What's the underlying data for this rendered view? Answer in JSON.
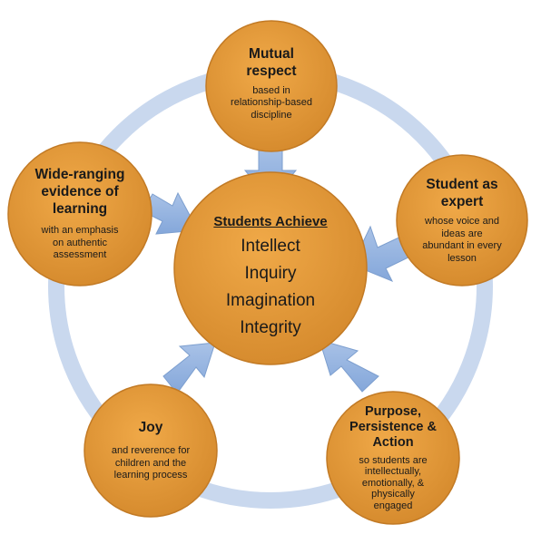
{
  "center": {
    "heading": "Students Achieve",
    "items": [
      "Intellect",
      "Inquiry",
      "Imagination",
      "Integrity"
    ]
  },
  "nodes": {
    "top": {
      "title": "Mutual\nrespect",
      "desc": "based in\nrelationship-based\ndiscipline"
    },
    "right": {
      "title": "Student as\nexpert",
      "desc": "whose voice and\nideas are\nabundant in every\nlesson"
    },
    "bottom_right": {
      "title": "Purpose,\nPersistence &\nAction",
      "desc": "so students are\nintellectually,\nemotionally, &\nphysically\nengaged"
    },
    "bottom_left": {
      "title": "Joy",
      "desc": "and reverence for\nchildren and the\nlearning process"
    },
    "left": {
      "title": "Wide-ranging\nevidence of\nlearning",
      "desc": "with an emphasis\non authentic\nassessment"
    }
  },
  "colors": {
    "node_fill": "#dd9133",
    "node_edge": "#c27a25",
    "ring": "#c9d8ee",
    "arrow": "#8fb0de",
    "arrow_edge": "#7d9fcf"
  }
}
